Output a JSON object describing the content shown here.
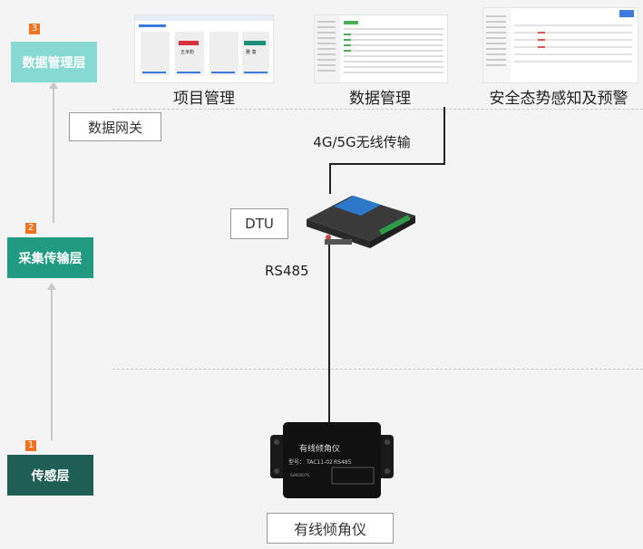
{
  "layers": [
    {
      "num": "3",
      "label": "数据管理层",
      "color": "#86dad3"
    },
    {
      "num": "2",
      "label": "采集传输层",
      "color": "#209a80"
    },
    {
      "num": "1",
      "label": "传感层",
      "color": "#1f5e54"
    }
  ],
  "labels": {
    "gateway": "数据网关",
    "wireless": "4G/5G无线传输",
    "dtu": "DTU",
    "rs485": "RS485",
    "sensor": "有线倾角仪"
  },
  "screens": [
    {
      "caption": "项目管理"
    },
    {
      "caption": "数据管理"
    },
    {
      "caption": "安全态势感知及预警"
    }
  ],
  "devices": {
    "sensor_title": "有线倾角仪",
    "sensor_model_label": "型号：",
    "sensor_model": "TAC11-02",
    "sensor_bus": "RS485",
    "sensor_serial": "SHK00076",
    "screen1_card1": "五米粉",
    "screen1_card2": "雅 童"
  }
}
